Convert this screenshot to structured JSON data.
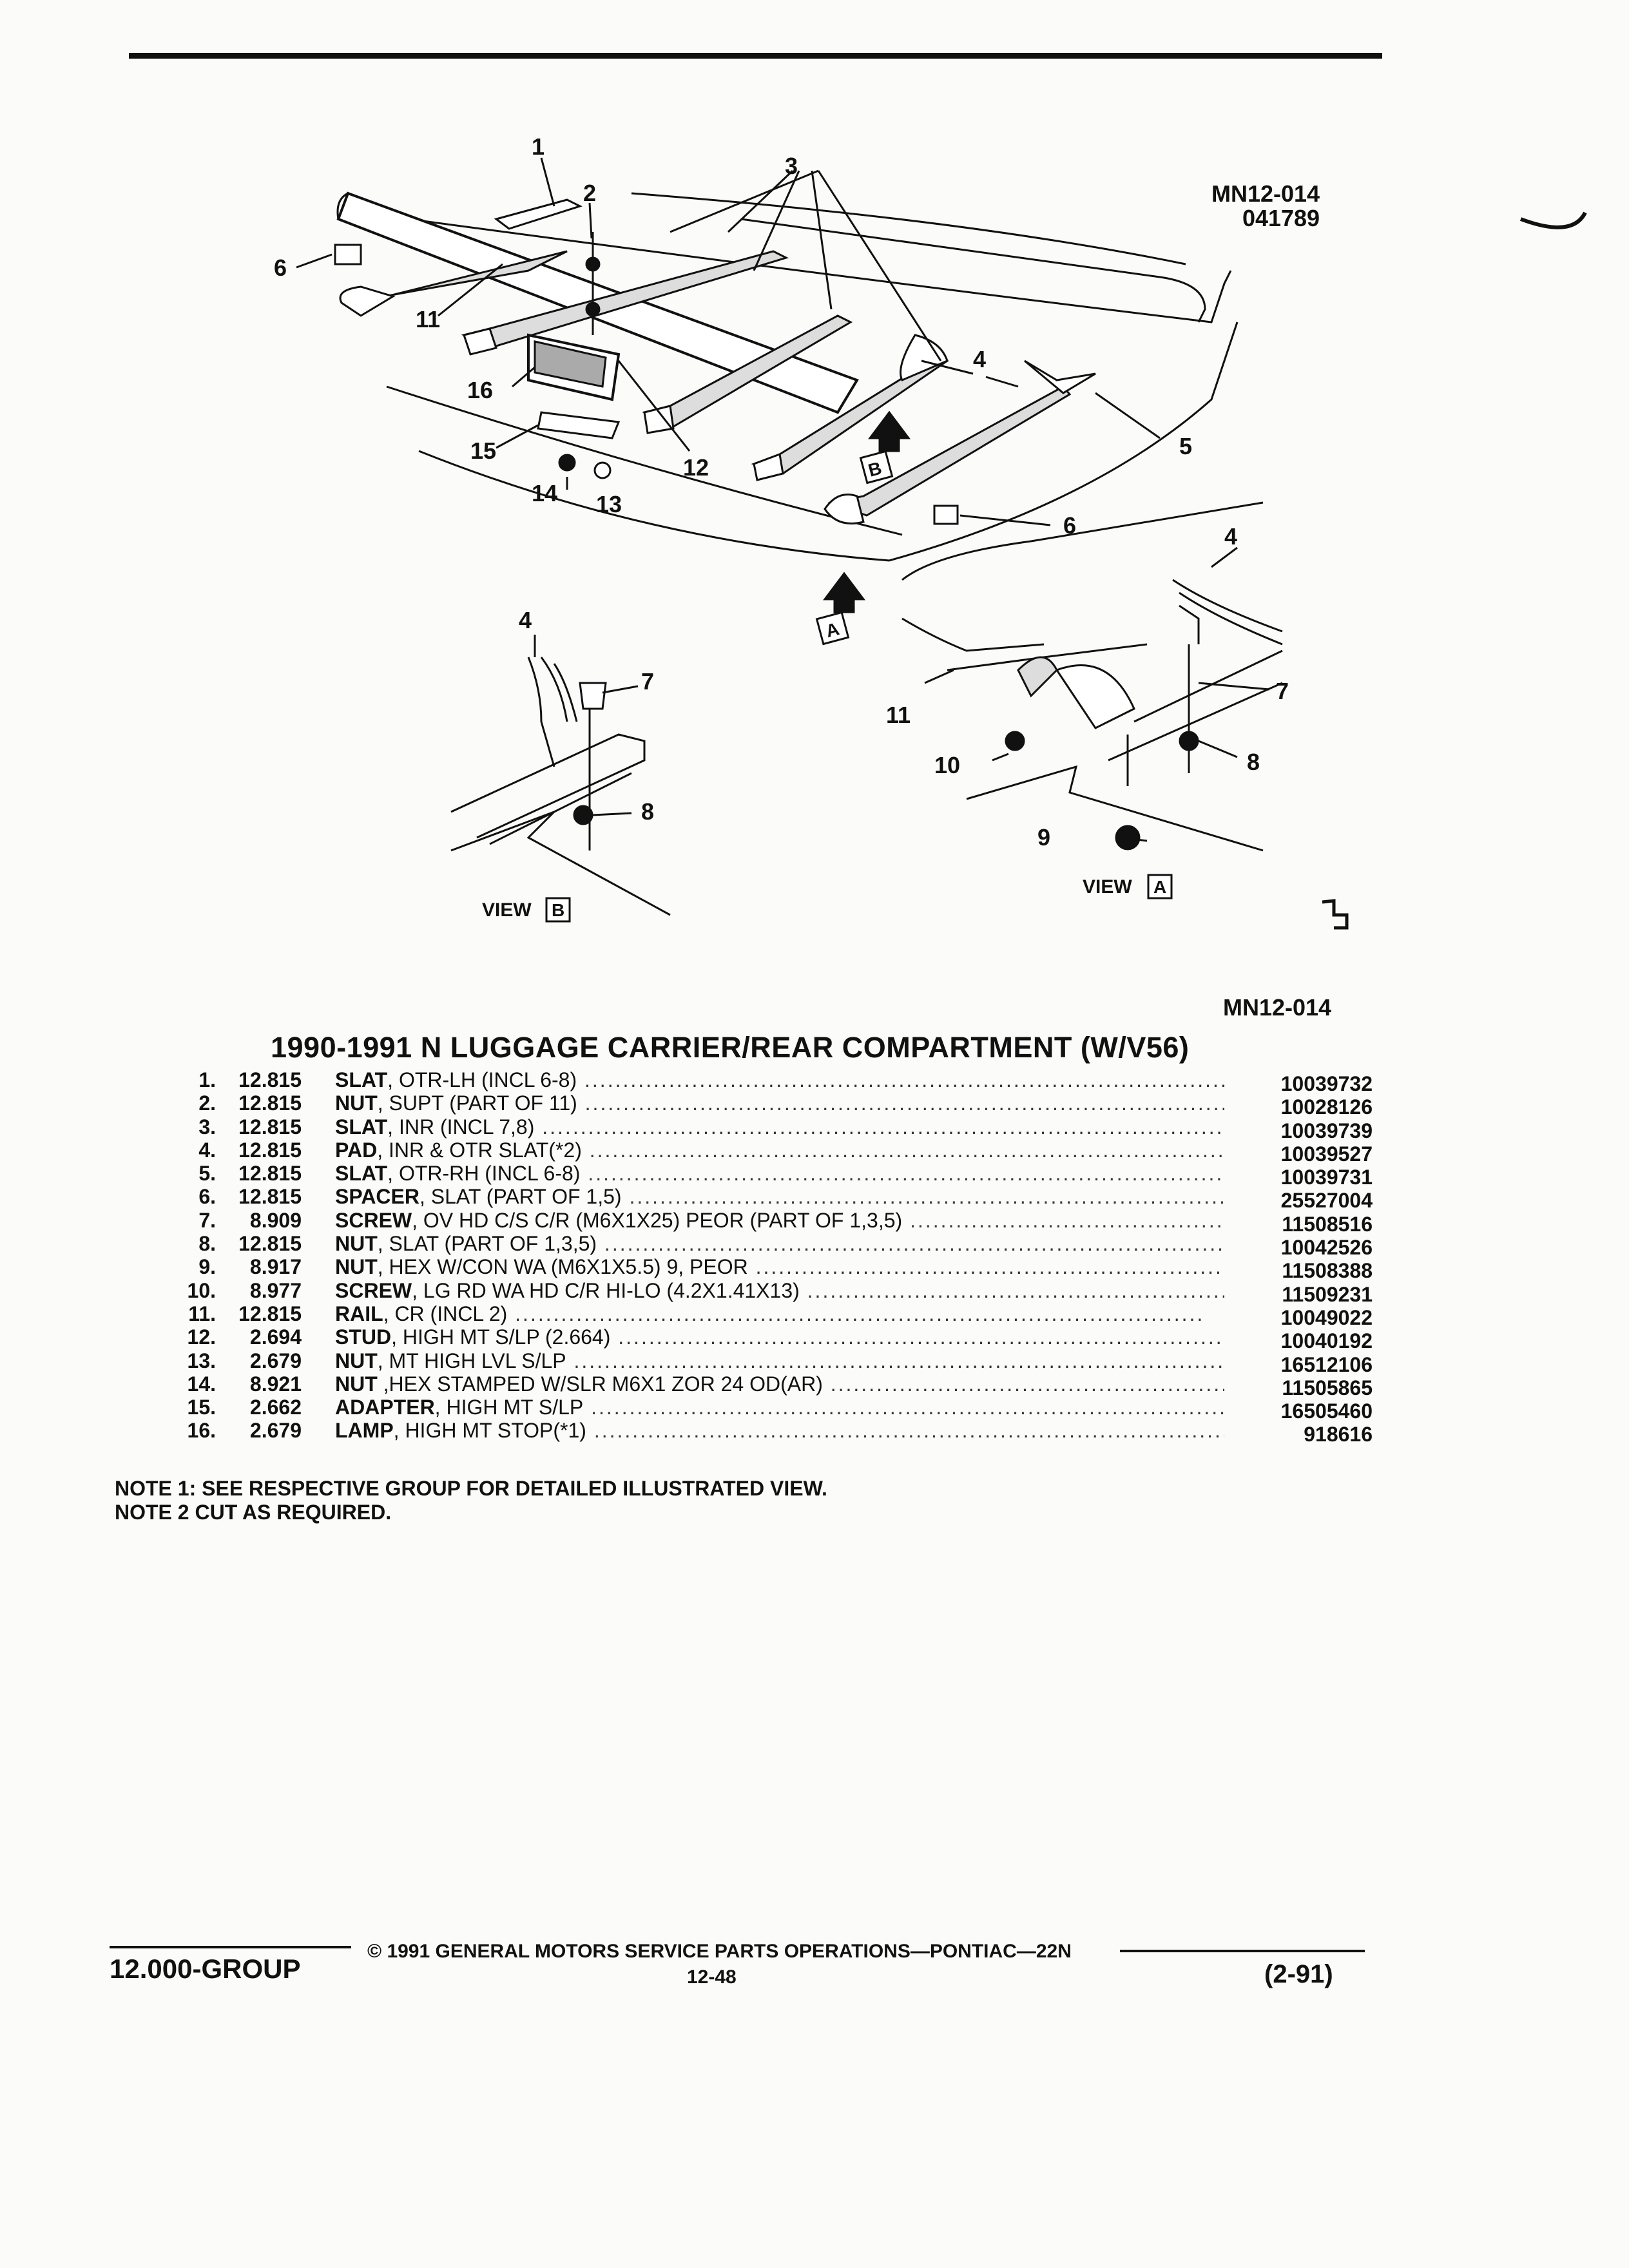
{
  "figure": {
    "id_top": "MN12-014",
    "date_code": "041789",
    "id_bottom": "MN12-014",
    "callouts": [
      "1",
      "2",
      "3",
      "4",
      "5",
      "6",
      "7",
      "8",
      "9",
      "10",
      "11",
      "12",
      "13",
      "14",
      "15",
      "16"
    ],
    "view_a_label": "VIEW",
    "view_a_box": "A",
    "view_b_label": "VIEW",
    "view_b_box": "B",
    "arrow_a_box": "A",
    "arrow_b_box": "B"
  },
  "title": "1990-1991 N LUGGAGE CARRIER/REAR COMPARTMENT (W/V56)",
  "parts": [
    {
      "num": "1.",
      "group": "12.815",
      "name": "SLAT",
      "detail": ", OTR-LH (INCL 6-8)",
      "part": "10039732"
    },
    {
      "num": "2.",
      "group": "12.815",
      "name": "NUT",
      "detail": ", SUPT (PART OF 11)",
      "part": "10028126"
    },
    {
      "num": "3.",
      "group": "12.815",
      "name": "SLAT",
      "detail": ", INR (INCL 7,8)",
      "part": "10039739"
    },
    {
      "num": "4.",
      "group": "12.815",
      "name": "PAD",
      "detail": ", INR & OTR SLAT(*2)",
      "part": "10039527"
    },
    {
      "num": "5.",
      "group": "12.815",
      "name": "SLAT",
      "detail": ", OTR-RH (INCL 6-8)",
      "part": "10039731"
    },
    {
      "num": "6.",
      "group": "12.815",
      "name": "SPACER",
      "detail": ", SLAT (PART OF 1,5)",
      "part": "25527004"
    },
    {
      "num": "7.",
      "group": "8.909",
      "name": "SCREW",
      "detail": ", OV HD C/S C/R (M6X1X25) PEOR (PART OF 1,3,5)",
      "part": "11508516"
    },
    {
      "num": "8.",
      "group": "12.815",
      "name": "NUT",
      "detail": ", SLAT (PART OF 1,3,5)",
      "part": "10042526"
    },
    {
      "num": "9.",
      "group": "8.917",
      "name": "NUT",
      "detail": ", HEX W/CON WA (M6X1X5.5) 9, PEOR",
      "part": "11508388"
    },
    {
      "num": "10.",
      "group": "8.977",
      "name": "SCREW",
      "detail": ", LG RD WA HD C/R HI-LO (4.2X1.41X13)",
      "part": "11509231"
    },
    {
      "num": "11.",
      "group": "12.815",
      "name": "RAIL",
      "detail": ", CR (INCL 2)",
      "part": "10049022"
    },
    {
      "num": "12.",
      "group": "2.694",
      "name": "STUD",
      "detail": ", HIGH MT S/LP (2.664)",
      "part": "10040192"
    },
    {
      "num": "13.",
      "group": "2.679",
      "name": "NUT",
      "detail": ", MT HIGH LVL S/LP",
      "part": "16512106"
    },
    {
      "num": "14.",
      "group": "8.921",
      "name": "NUT",
      "detail": " ,HEX STAMPED W/SLR M6X1 ZOR 24 OD(AR)",
      "part": "11505865"
    },
    {
      "num": "15.",
      "group": "2.662",
      "name": "ADAPTER",
      "detail": ", HIGH MT S/LP",
      "part": "16505460"
    },
    {
      "num": "16.",
      "group": "2.679",
      "name": "LAMP",
      "detail": ", HIGH MT STOP(*1)",
      "part": "918616"
    }
  ],
  "notes": [
    "NOTE  1:  SEE RESPECTIVE GROUP FOR DETAILED ILLUSTRATED VIEW.",
    "NOTE  2   CUT AS REQUIRED."
  ],
  "footer": {
    "group": "12.000-GROUP",
    "copyright": "©  1991  GENERAL MOTORS SERVICE PARTS OPERATIONS—PONTIAC—22N",
    "page": "12-48",
    "date": "(2-91)"
  }
}
